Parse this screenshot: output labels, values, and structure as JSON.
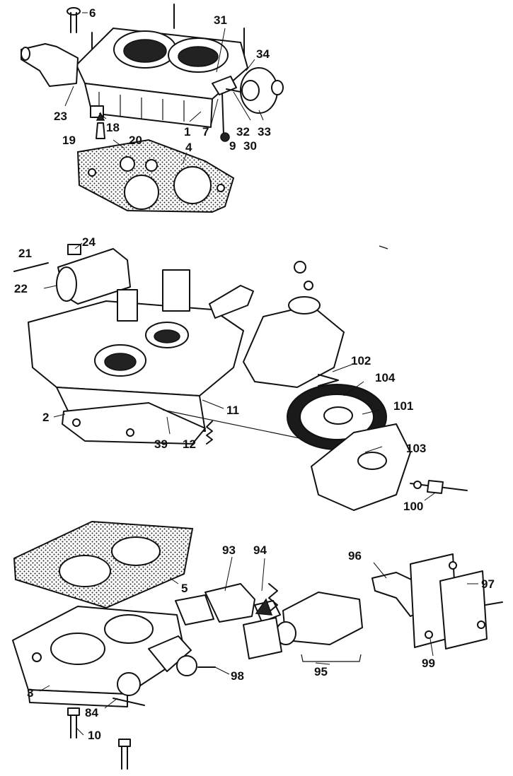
{
  "labels": {
    "l6": "6",
    "l31": "31",
    "l34": "34",
    "l23": "23",
    "l18": "18",
    "l1": "1",
    "l7": "7",
    "l32": "32",
    "l33": "33",
    "l19": "19",
    "l20": "20",
    "l9": "9",
    "l30": "30",
    "l4": "4",
    "l24": "24",
    "l21": "21",
    "l22": "22",
    "l102": "102",
    "l104": "104",
    "l101": "101",
    "l2": "2",
    "l11": "11",
    "l39": "39",
    "l12": "12",
    "l103": "103",
    "l100": "100",
    "l93": "93",
    "l94": "94",
    "l96": "96",
    "l5": "5",
    "l97": "97",
    "l98": "98",
    "l95": "95",
    "l99": "99",
    "l3": "3",
    "l84": "84",
    "l10": "10"
  },
  "colors": {
    "ink": "#111111",
    "paper": "#ffffff"
  }
}
